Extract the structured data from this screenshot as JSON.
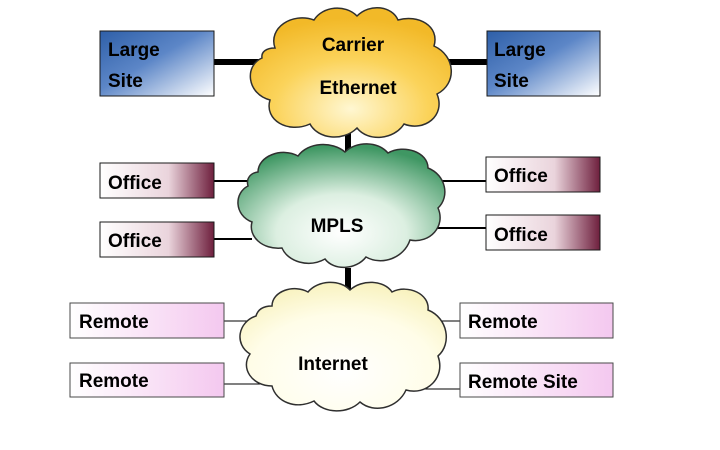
{
  "clouds": {
    "carrier": {
      "line1": "Carrier",
      "line2": "Ethernet"
    },
    "mpls": {
      "label": "MPLS"
    },
    "internet": {
      "label": "Internet"
    }
  },
  "large_sites": {
    "left": [
      "Large",
      "Site"
    ],
    "right": [
      "Large",
      "Site"
    ]
  },
  "offices": [
    "Office",
    "Office",
    "Office",
    "Office"
  ],
  "remotes": [
    "Remote",
    "Remote",
    "Remote",
    "Remote Site"
  ]
}
